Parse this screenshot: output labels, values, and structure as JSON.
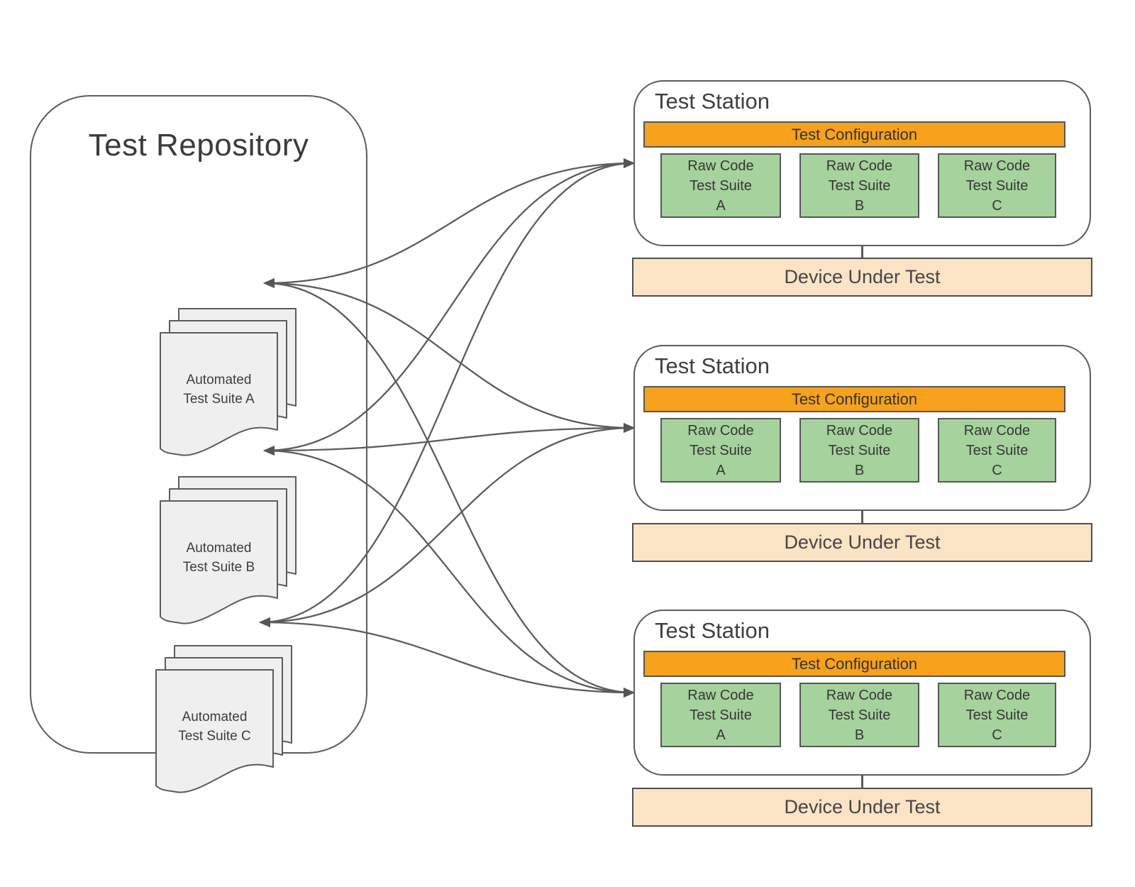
{
  "repository": {
    "title": "Test Repository",
    "suites": [
      {
        "line1": "Automated",
        "line2": "Test Suite A"
      },
      {
        "line1": "Automated",
        "line2": "Test Suite B"
      },
      {
        "line1": "Automated",
        "line2": "Test Suite C"
      }
    ]
  },
  "stations": [
    {
      "title": "Test Station",
      "config_label": "Test Configuration",
      "raw_suites": [
        {
          "line1": "Raw Code",
          "line2": "Test Suite",
          "line3": "A"
        },
        {
          "line1": "Raw Code",
          "line2": "Test Suite",
          "line3": "B"
        },
        {
          "line1": "Raw Code",
          "line2": "Test Suite",
          "line3": "C"
        }
      ],
      "device_label": "Device Under Test"
    },
    {
      "title": "Test Station",
      "config_label": "Test Configuration",
      "raw_suites": [
        {
          "line1": "Raw Code",
          "line2": "Test Suite",
          "line3": "A"
        },
        {
          "line1": "Raw Code",
          "line2": "Test Suite",
          "line3": "B"
        },
        {
          "line1": "Raw Code",
          "line2": "Test Suite",
          "line3": "C"
        }
      ],
      "device_label": "Device Under Test"
    },
    {
      "title": "Test Station",
      "config_label": "Test Configuration",
      "raw_suites": [
        {
          "line1": "Raw Code",
          "line2": "Test Suite",
          "line3": "A"
        },
        {
          "line1": "Raw Code",
          "line2": "Test Suite",
          "line3": "B"
        },
        {
          "line1": "Raw Code",
          "line2": "Test Suite",
          "line3": "C"
        }
      ],
      "device_label": "Device Under Test"
    }
  ],
  "colors": {
    "config_orange": "#F7A11C",
    "suite_green": "#A6D29D",
    "device_peach": "#FBE3C6",
    "document_gray": "#EFEFEF",
    "line_gray": "#5C5C5C"
  }
}
